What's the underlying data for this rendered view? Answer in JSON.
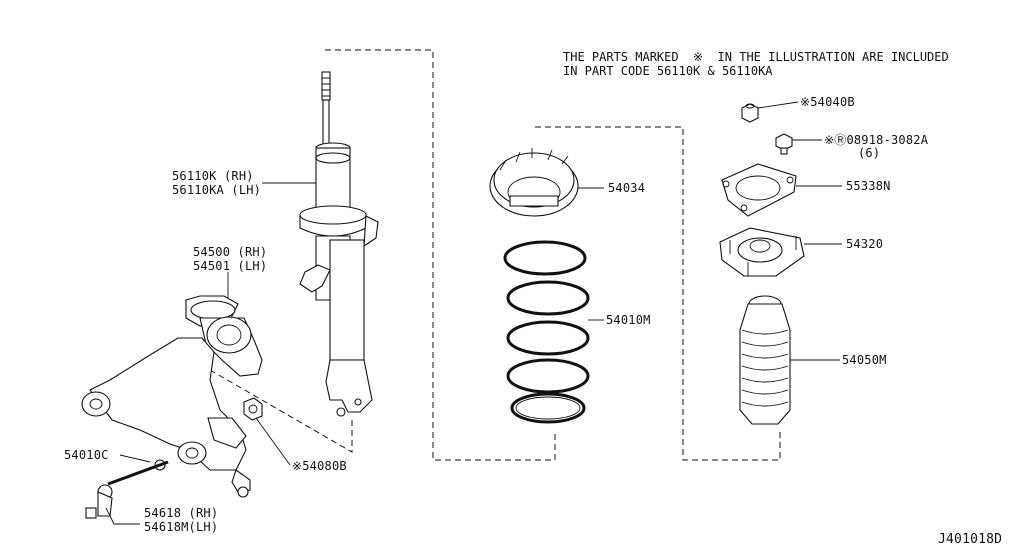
{
  "note": {
    "line1": "THE PARTS MARKED  ※  IN THE ILLUSTRATION ARE INCLUDED",
    "line2": "IN PART CODE 56110K & 56110KA"
  },
  "labels": {
    "strut_rh": "56110K (RH)",
    "strut_lh": "56110KA (LH)",
    "knuckle_rh": "54500 (RH)",
    "knuckle_lh": "54501 (LH)",
    "insulator_seat": "54034",
    "coil_spring": "54010M",
    "bushing_washer": "54010C",
    "nut_80b": "※54080B",
    "stabilizer_rh": "54618 (RH)",
    "stabilizer_lh": "54618M(LH)",
    "nut_40b": "※54040B",
    "bolt_code": "※Ⓡ08918-3082A",
    "bolt_qty": "(6)",
    "mount_plate": "55338N",
    "strut_mount": "54320",
    "bound_bumper": "54050M"
  },
  "figure_code": "J401018D"
}
